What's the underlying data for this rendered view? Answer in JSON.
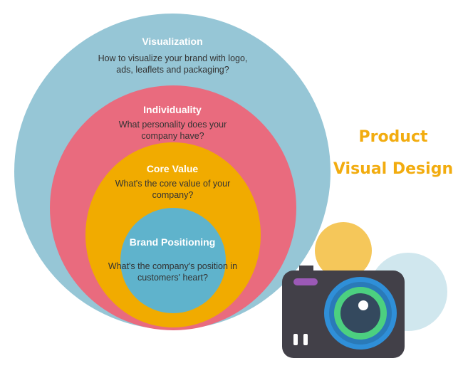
{
  "rings": [
    {
      "title": "Visualization",
      "desc": "How to visualize your brand with logo, ads, leaflets and packaging?"
    },
    {
      "title": "Individuality",
      "desc": "What personality does your company have?"
    },
    {
      "title": "Core Value",
      "desc": "What's the core value of your company?"
    },
    {
      "title": "Brand Positioning",
      "desc": "What's the company's position in customers' heart?"
    }
  ],
  "heading": {
    "line1": "Product",
    "line2": "Visual Design"
  },
  "colors": {
    "outer": "#96c6d6",
    "pink": "#e96b7e",
    "yellow": "#f1ab00",
    "inner": "#5fb3cc",
    "accent": "#f2ac0f"
  }
}
